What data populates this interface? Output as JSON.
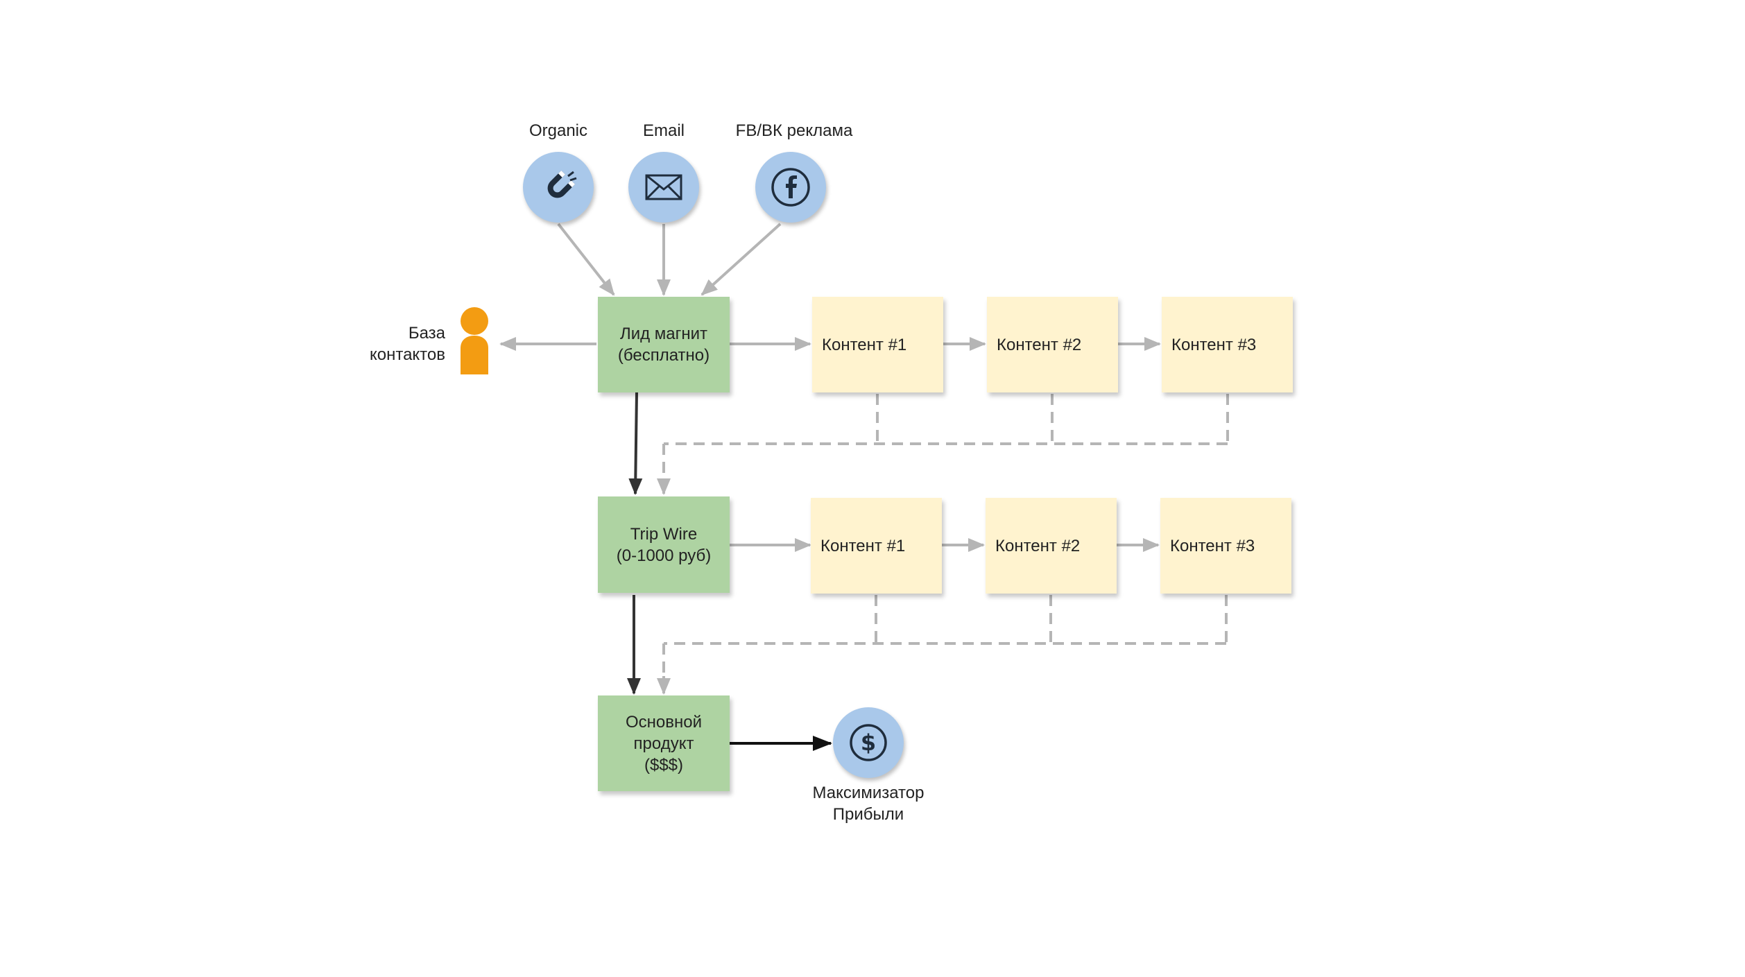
{
  "sources": [
    {
      "label": "Organic",
      "icon": "magnet-icon"
    },
    {
      "label": "Email",
      "icon": "envelope-icon"
    },
    {
      "label": "FB/ВК реклама",
      "icon": "facebook-icon"
    }
  ],
  "contacts": {
    "line1": "База",
    "line2": "контактов",
    "icon": "person-icon"
  },
  "lead_magnet": {
    "line1": "Лид магнит",
    "line2": "(бесплатно)"
  },
  "tripwire": {
    "line1": "Trip Wire",
    "line2": "(0-1000 руб)"
  },
  "core_product": {
    "line1": "Основной",
    "line2": "продукт",
    "line3": "($$$)"
  },
  "row1_content": [
    "Контент #1",
    "Контент #2",
    "Контент #3"
  ],
  "row2_content": [
    "Контент #1",
    "Контент #2",
    "Контент #3"
  ],
  "profit": {
    "line1": "Максимизатор",
    "line2": "Прибыли",
    "icon": "dollar-icon"
  },
  "colors": {
    "circle": "#a9c8ea",
    "green_box": "#aed3a2",
    "content_box": "#fff3cf",
    "person": "#f39c12",
    "arrow_gray": "#b5b5b5",
    "arrow_dark": "#333333"
  }
}
